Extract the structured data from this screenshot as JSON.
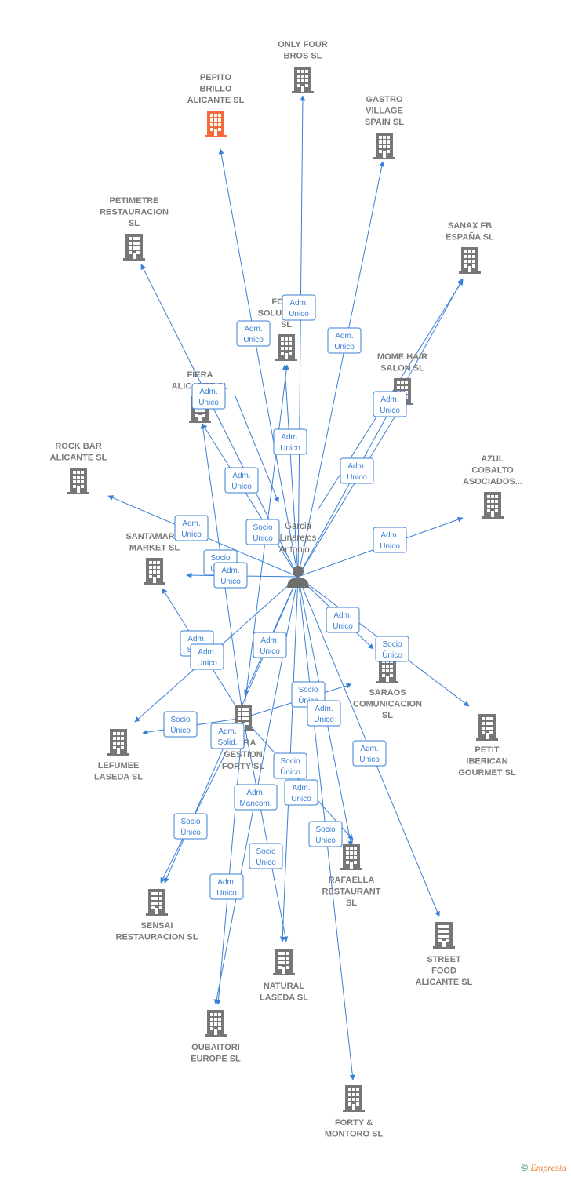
{
  "center": {
    "name_lines": [
      "Garcia",
      "Linarejos",
      "Antonio..."
    ],
    "icon": "person-icon"
  },
  "hub": {
    "name_lines": [
      "...URA",
      "GESTION",
      "FORTY SL"
    ],
    "icon": "building-icon"
  },
  "companies": [
    {
      "id": "only-four-bros",
      "lines": [
        "ONLY FOUR",
        "BROS  SL"
      ]
    },
    {
      "id": "pepito-brillo",
      "lines": [
        "PEPITO",
        "BRILLO",
        "ALICANTE  SL"
      ],
      "highlight": true
    },
    {
      "id": "gastro-village",
      "lines": [
        "GASTRO",
        "VILLAGE",
        "SPAIN  SL"
      ]
    },
    {
      "id": "petimetre",
      "lines": [
        "PETIMETRE",
        "RESTAURACION",
        "SL"
      ]
    },
    {
      "id": "sanax-fb",
      "lines": [
        "SANAX FB",
        "ESPAÑA  SL"
      ]
    },
    {
      "id": "forty-soluciones",
      "lines": [
        "FORTY",
        "SOLUCIONES",
        "SL"
      ]
    },
    {
      "id": "mome-hair",
      "lines": [
        "MOME HAIR",
        "SALON  SL"
      ]
    },
    {
      "id": "fiera-alicante",
      "lines": [
        "FIERA",
        "ALICANTE  SL"
      ]
    },
    {
      "id": "rock-bar",
      "lines": [
        "ROCK BAR",
        "ALICANTE  SL"
      ]
    },
    {
      "id": "azul-cobalto",
      "lines": [
        "AZUL",
        "COBALTO",
        "ASOCIADOS..."
      ]
    },
    {
      "id": "santamaria",
      "lines": [
        "SANTAMARIA",
        "MARKET  SL"
      ]
    },
    {
      "id": "saraos",
      "lines": [
        "SARAOS",
        "COMUNICACION",
        "SL"
      ]
    },
    {
      "id": "petit-iberican",
      "lines": [
        "PETIT",
        "IBERICAN",
        "GOURMET SL"
      ]
    },
    {
      "id": "lefumee",
      "lines": [
        "LEFUMEE",
        "LASEDA  SL"
      ]
    },
    {
      "id": "rafaella",
      "lines": [
        "RAFAELLA",
        "RESTAURANT",
        "SL"
      ]
    },
    {
      "id": "sensai",
      "lines": [
        "SENSAI",
        "RESTAURACION SL"
      ]
    },
    {
      "id": "street-food",
      "lines": [
        "STREET",
        "FOOD",
        "ALICANTE  SL"
      ]
    },
    {
      "id": "natural-laseda",
      "lines": [
        "NATURAL",
        "LASEDA  SL"
      ]
    },
    {
      "id": "oubaitori",
      "lines": [
        "OUBAITORI",
        "EUROPE  SL"
      ]
    },
    {
      "id": "forty-montoro",
      "lines": [
        "FORTY &",
        "MONTORO  SL"
      ]
    }
  ],
  "relation_labels": [
    {
      "lines": [
        "Adm.",
        "Unico"
      ]
    },
    {
      "lines": [
        "Adm.",
        "Unico"
      ]
    },
    {
      "lines": [
        "Adm.",
        "Unico"
      ]
    },
    {
      "lines": [
        "Adm.",
        "Unico"
      ]
    },
    {
      "lines": [
        "Adm.",
        "Unico"
      ]
    },
    {
      "lines": [
        "Adm.",
        "Unico"
      ]
    },
    {
      "lines": [
        "Adm.",
        "Unico"
      ]
    },
    {
      "lines": [
        "Adm.",
        "Unico"
      ]
    },
    {
      "lines": [
        "Adm.",
        "Unico"
      ]
    },
    {
      "lines": [
        "Socio",
        "Único"
      ]
    },
    {
      "lines": [
        "Adm.",
        "Unico"
      ]
    },
    {
      "lines": [
        "Socio",
        "Único"
      ]
    },
    {
      "lines": [
        "Adm.",
        "Unico"
      ]
    },
    {
      "lines": [
        "Adm.",
        "Unico"
      ]
    },
    {
      "lines": [
        "Socio",
        "Único"
      ]
    },
    {
      "lines": [
        "Adm.",
        "Solid."
      ]
    },
    {
      "lines": [
        "Adm.",
        "Unico"
      ]
    },
    {
      "lines": [
        "Adm.",
        "Unico"
      ]
    },
    {
      "lines": [
        "Socio",
        "Único"
      ]
    },
    {
      "lines": [
        "Adm.",
        "Unico"
      ]
    },
    {
      "lines": [
        "Socio",
        "Único"
      ]
    },
    {
      "lines": [
        "Adm.",
        "Solid."
      ]
    },
    {
      "lines": [
        "Adm.",
        "Unico"
      ]
    },
    {
      "lines": [
        "Socio",
        "Único"
      ]
    },
    {
      "lines": [
        "Adm.",
        "Unico"
      ]
    },
    {
      "lines": [
        "Adm.",
        "Mancom."
      ]
    },
    {
      "lines": [
        "Socio",
        "Único"
      ]
    },
    {
      "lines": [
        "Socio",
        "Único"
      ]
    },
    {
      "lines": [
        "Socio",
        "Único"
      ]
    },
    {
      "lines": [
        "Adm.",
        "Unico"
      ]
    }
  ],
  "colors": {
    "edge": "#3a7fd6",
    "building": "#777777",
    "highlight": "#f26b3a"
  },
  "footer": {
    "copyright": "©",
    "brand": "Empresia"
  }
}
